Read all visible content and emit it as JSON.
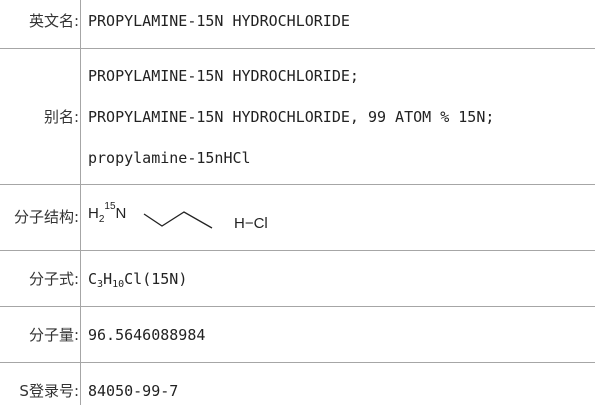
{
  "rows": {
    "english_name": {
      "label": "英文名:",
      "value": "PROPYLAMINE-15N HYDROCHLORIDE"
    },
    "aliases": {
      "label": "别名:",
      "values": [
        "PROPYLAMINE-15N HYDROCHLORIDE;",
        "PROPYLAMINE-15N HYDROCHLORIDE, 99 ATOM % 15N;",
        "propylamine-15nHCl"
      ]
    },
    "structure": {
      "label": "分子结构:",
      "amine_base": "H",
      "amine_h_count": "2",
      "isotope_mass": "15",
      "amine_atom": "N",
      "salt_label": "H−Cl"
    },
    "formula": {
      "label": "分子式:",
      "c": "C",
      "c_count": "3",
      "h": "H",
      "h_count": "10",
      "rest": "Cl(15N)"
    },
    "weight": {
      "label": "分子量:",
      "value": "96.5646088984"
    },
    "cas": {
      "label": "S登录号:",
      "value": "84050-99-7"
    }
  }
}
